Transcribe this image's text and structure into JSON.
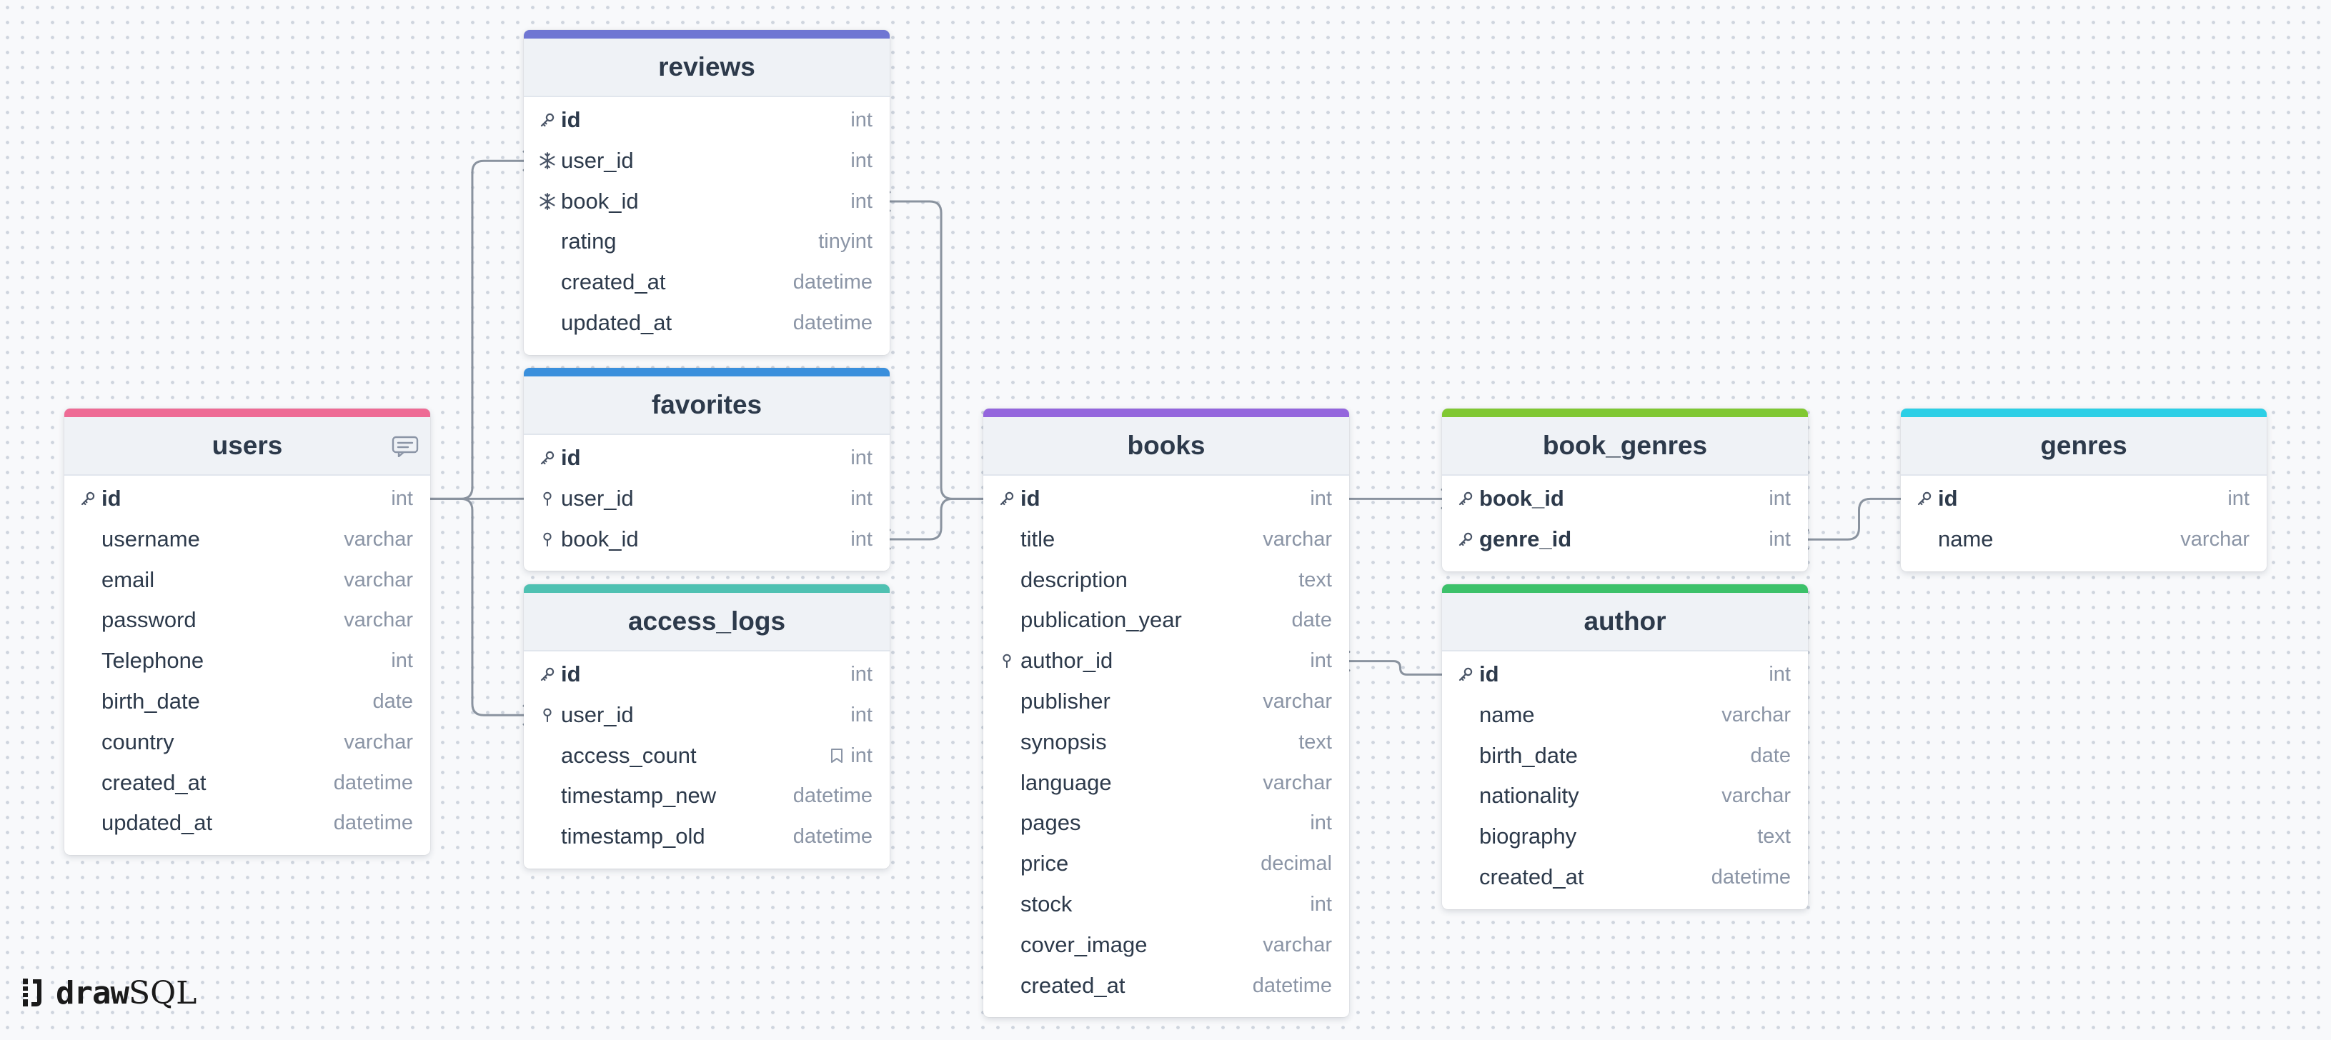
{
  "brand": {
    "bold": "draw",
    "light": "SQL"
  },
  "tables": [
    {
      "name": "users",
      "accent": "#ee6b95",
      "has_comment": true,
      "icon": "comment-icon",
      "columns": [
        {
          "name": "id",
          "type": "int",
          "key": "primary"
        },
        {
          "name": "username",
          "type": "varchar",
          "key": ""
        },
        {
          "name": "email",
          "type": "varchar",
          "key": ""
        },
        {
          "name": "password",
          "type": "varchar",
          "key": ""
        },
        {
          "name": "Telephone",
          "type": "int",
          "key": ""
        },
        {
          "name": "birth_date",
          "type": "date",
          "key": ""
        },
        {
          "name": "country",
          "type": "varchar",
          "key": ""
        },
        {
          "name": "created_at",
          "type": "datetime",
          "key": ""
        },
        {
          "name": "updated_at",
          "type": "datetime",
          "key": ""
        }
      ]
    },
    {
      "name": "reviews",
      "accent": "#6f76d3",
      "columns": [
        {
          "name": "id",
          "type": "int",
          "key": "primary"
        },
        {
          "name": "user_id",
          "type": "int",
          "key": "unique"
        },
        {
          "name": "book_id",
          "type": "int",
          "key": "unique"
        },
        {
          "name": "rating",
          "type": "tinyint",
          "key": ""
        },
        {
          "name": "created_at",
          "type": "datetime",
          "key": ""
        },
        {
          "name": "updated_at",
          "type": "datetime",
          "key": ""
        }
      ]
    },
    {
      "name": "favorites",
      "accent": "#3a8fdc",
      "columns": [
        {
          "name": "id",
          "type": "int",
          "key": "primary"
        },
        {
          "name": "user_id",
          "type": "int",
          "key": "foreign"
        },
        {
          "name": "book_id",
          "type": "int",
          "key": "foreign"
        }
      ]
    },
    {
      "name": "access_logs",
      "accent": "#4fc1b2",
      "columns": [
        {
          "name": "id",
          "type": "int",
          "key": "primary"
        },
        {
          "name": "user_id",
          "type": "int",
          "key": "foreign"
        },
        {
          "name": "access_count",
          "type": "int",
          "key": "",
          "note": true
        },
        {
          "name": "timestamp_new",
          "type": "datetime",
          "key": ""
        },
        {
          "name": "timestamp_old",
          "type": "datetime",
          "key": ""
        }
      ]
    },
    {
      "name": "books",
      "accent": "#9466dd",
      "columns": [
        {
          "name": "id",
          "type": "int",
          "key": "primary"
        },
        {
          "name": "title",
          "type": "varchar",
          "key": ""
        },
        {
          "name": "description",
          "type": "text",
          "key": ""
        },
        {
          "name": "publication_year",
          "type": "date",
          "key": ""
        },
        {
          "name": "author_id",
          "type": "int",
          "key": "foreign"
        },
        {
          "name": "publisher",
          "type": "varchar",
          "key": ""
        },
        {
          "name": "synopsis",
          "type": "text",
          "key": ""
        },
        {
          "name": "language",
          "type": "varchar",
          "key": ""
        },
        {
          "name": "pages",
          "type": "int",
          "key": ""
        },
        {
          "name": "price",
          "type": "decimal",
          "key": ""
        },
        {
          "name": "stock",
          "type": "int",
          "key": ""
        },
        {
          "name": "cover_image",
          "type": "varchar",
          "key": ""
        },
        {
          "name": "created_at",
          "type": "datetime",
          "key": ""
        }
      ]
    },
    {
      "name": "book_genres",
      "accent": "#80c832",
      "columns": [
        {
          "name": "book_id",
          "type": "int",
          "key": "primary"
        },
        {
          "name": "genre_id",
          "type": "int",
          "key": "primary"
        }
      ]
    },
    {
      "name": "author",
      "accent": "#3cc16a",
      "columns": [
        {
          "name": "id",
          "type": "int",
          "key": "primary"
        },
        {
          "name": "name",
          "type": "varchar",
          "key": ""
        },
        {
          "name": "birth_date",
          "type": "date",
          "key": ""
        },
        {
          "name": "nationality",
          "type": "varchar",
          "key": ""
        },
        {
          "name": "biography",
          "type": "text",
          "key": ""
        },
        {
          "name": "created_at",
          "type": "datetime",
          "key": ""
        }
      ]
    },
    {
      "name": "genres",
      "accent": "#2ccfe6",
      "columns": [
        {
          "name": "id",
          "type": "int",
          "key": "primary"
        },
        {
          "name": "name",
          "type": "varchar",
          "key": ""
        }
      ]
    }
  ],
  "relations": [
    {
      "from": "users.id",
      "to": "reviews.user_id",
      "cardinality": "one-to-many"
    },
    {
      "from": "users.id",
      "to": "favorites.user_id",
      "cardinality": "one-to-one"
    },
    {
      "from": "users.id",
      "to": "access_logs.user_id",
      "cardinality": "one-to-many"
    },
    {
      "from": "books.id",
      "to": "reviews.book_id",
      "cardinality": "one-to-many"
    },
    {
      "from": "books.id",
      "to": "favorites.book_id",
      "cardinality": "one-to-many"
    },
    {
      "from": "books.id",
      "to": "book_genres.book_id",
      "cardinality": "one-to-many"
    },
    {
      "from": "genres.id",
      "to": "book_genres.genre_id",
      "cardinality": "one-to-many"
    },
    {
      "from": "author.id",
      "to": "books.author_id",
      "cardinality": "one-to-many"
    }
  ],
  "colors": {
    "connector": "#8a939f",
    "header_bg": "#eff2f6",
    "text": "#2d3a4b",
    "type_text": "#8b95a6"
  }
}
